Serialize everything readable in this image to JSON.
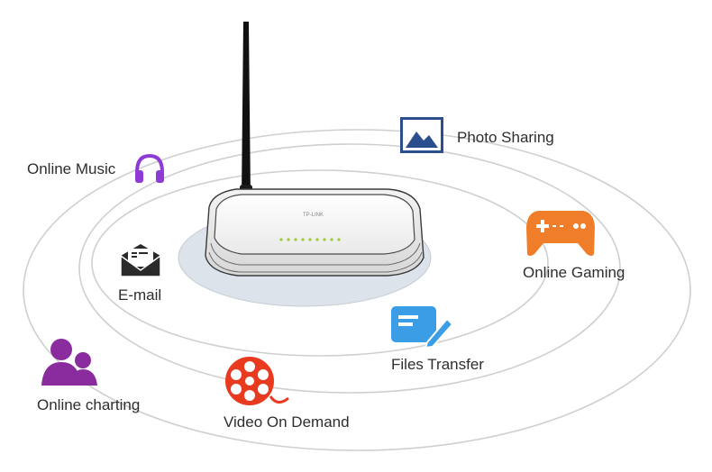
{
  "services": {
    "online_music": "Online Music",
    "photo_sharing": "Photo Sharing",
    "online_gaming": "Online Gaming",
    "email": "E-mail",
    "files_transfer": "Files Transfer",
    "video_on_demand": "Video On Demand",
    "online_chatting": "Online charting"
  },
  "router": {
    "brand": "TP-LINK"
  },
  "colors": {
    "music": "#8e3bd6",
    "photo": "#2b4f8c",
    "gaming": "#f07d2a",
    "email": "#2a2a2a",
    "files": "#3a9de6",
    "video": "#e83a1e",
    "chatting": "#8a2c9e",
    "ring": "#cfcfcf",
    "router_led": "#9acd32"
  },
  "icons": {
    "online_music": "headphones-icon",
    "photo_sharing": "photo-icon",
    "online_gaming": "gamepad-icon",
    "email": "envelope-icon",
    "files_transfer": "document-pen-icon",
    "video_on_demand": "film-reel-icon",
    "online_chatting": "users-icon"
  }
}
